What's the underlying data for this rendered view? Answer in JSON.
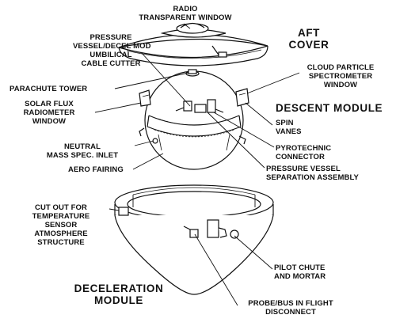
{
  "labels": {
    "radio_window": [
      "RADIO",
      "TRANSPARENT WINDOW"
    ],
    "aft_cover": [
      "AFT",
      "COVER"
    ],
    "cable_cutter": [
      "PRESSURE",
      "VESSEL/DECEL MOD",
      "UMBILICAL",
      "CABLE CUTTER"
    ],
    "cloud_particle": [
      "CLOUD PARTICLE",
      "SPECTROMETER",
      "WINDOW"
    ],
    "parachute_tower": [
      "PARACHUTE TOWER"
    ],
    "descent_module": [
      "DESCENT MODULE"
    ],
    "solar_flux": [
      "SOLAR FLUX",
      "RADIOMETER",
      "WINDOW"
    ],
    "spin_vanes": [
      "SPIN",
      "VANES"
    ],
    "pyrotechnic": [
      "PYROTECHNIC",
      "CONNECTOR"
    ],
    "neutral_mass": [
      "NEUTRAL",
      "MASS SPEC. INLET"
    ],
    "pressure_vessel_sep": [
      "PRESSURE VESSEL",
      "SEPARATION ASSEMBLY"
    ],
    "aero_fairing": [
      "AERO FAIRING"
    ],
    "cutout": [
      "CUT OUT FOR",
      "TEMPERATURE",
      "SENSOR",
      "ATMOSPHERE",
      "STRUCTURE"
    ],
    "pilot_chute": [
      "PILOT CHUTE",
      "AND MORTAR"
    ],
    "deceleration_module": [
      "DECELERATION",
      "MODULE"
    ],
    "probe_bus": [
      "PROBE/BUS IN FLIGHT",
      "DISCONNECT"
    ]
  }
}
